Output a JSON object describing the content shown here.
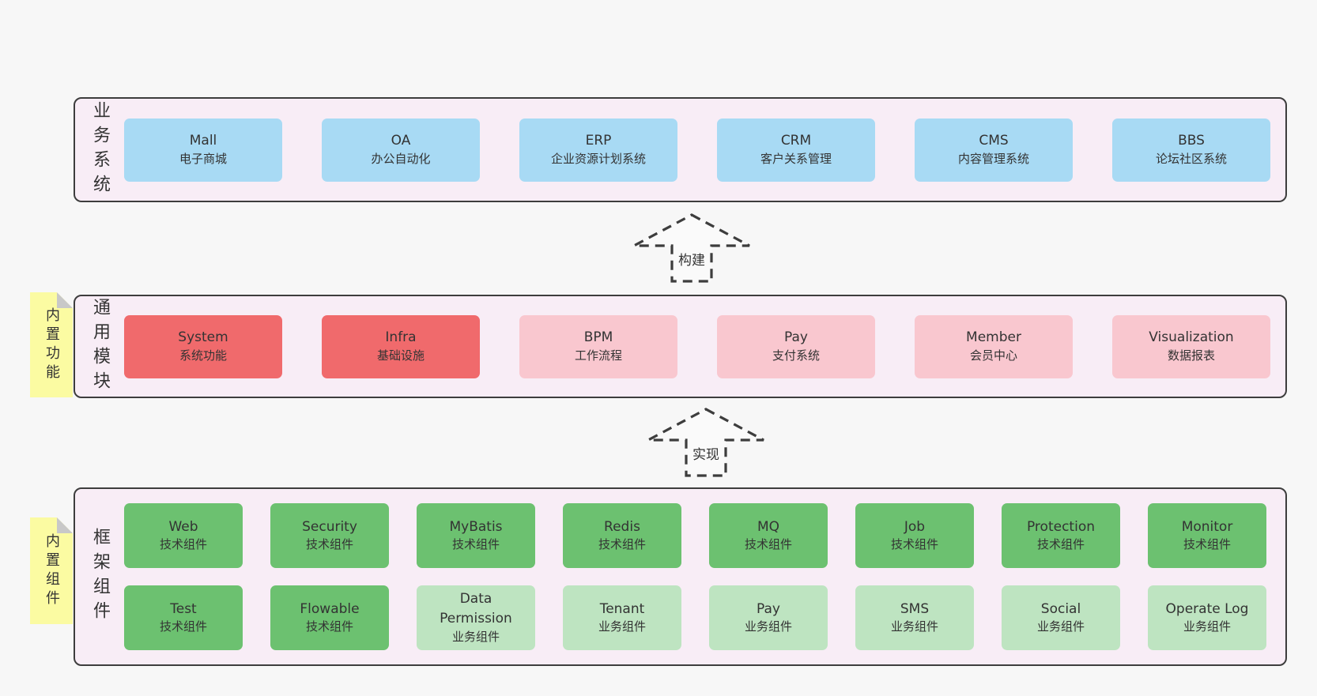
{
  "colors": {
    "page_bg": "#f7f7f7",
    "layer_fill": "#f8edf6",
    "layer_border": "#3d3d3d",
    "blue_box": "#a8daf4",
    "red_box": "#f06a6c",
    "pink_box": "#f9c7cf",
    "green_box": "#6cc170",
    "light_green_box": "#bee4c1",
    "note_yellow": "#fbfba2",
    "text": "#333333"
  },
  "layers": {
    "business": {
      "label": "业务系统",
      "boxes": [
        {
          "en": "Mall",
          "zh": "电子商城"
        },
        {
          "en": "OA",
          "zh": "办公自动化"
        },
        {
          "en": "ERP",
          "zh": "企业资源计划系统"
        },
        {
          "en": "CRM",
          "zh": "客户关系管理"
        },
        {
          "en": "CMS",
          "zh": "内容管理系统"
        },
        {
          "en": "BBS",
          "zh": "论坛社区系统"
        }
      ]
    },
    "modules": {
      "label": "通用模块",
      "note": "内置功能",
      "boxes": [
        {
          "en": "System",
          "zh": "系统功能"
        },
        {
          "en": "Infra",
          "zh": "基础设施"
        },
        {
          "en": "BPM",
          "zh": "工作流程"
        },
        {
          "en": "Pay",
          "zh": "支付系统"
        },
        {
          "en": "Member",
          "zh": "会员中心"
        },
        {
          "en": "Visualization",
          "zh": "数据报表"
        }
      ]
    },
    "components": {
      "label": "框架组件",
      "note": "内置组件",
      "row1": [
        {
          "en": "Web",
          "zh": "技术组件"
        },
        {
          "en": "Security",
          "zh": "技术组件"
        },
        {
          "en": "MyBatis",
          "zh": "技术组件"
        },
        {
          "en": "Redis",
          "zh": "技术组件"
        },
        {
          "en": "MQ",
          "zh": "技术组件"
        },
        {
          "en": "Job",
          "zh": "技术组件"
        },
        {
          "en": "Protection",
          "zh": "技术组件"
        },
        {
          "en": "Monitor",
          "zh": "技术组件"
        }
      ],
      "row2": [
        {
          "en": "Test",
          "zh": "技术组件"
        },
        {
          "en": "Flowable",
          "zh": "技术组件"
        },
        {
          "en": "Data Permission",
          "zh": "业务组件"
        },
        {
          "en": "Tenant",
          "zh": "业务组件"
        },
        {
          "en": "Pay",
          "zh": "业务组件"
        },
        {
          "en": "SMS",
          "zh": "业务组件"
        },
        {
          "en": "Social",
          "zh": "业务组件"
        },
        {
          "en": "Operate Log",
          "zh": "业务组件"
        }
      ]
    }
  },
  "arrows": {
    "build": "构建",
    "implement": "实现"
  }
}
